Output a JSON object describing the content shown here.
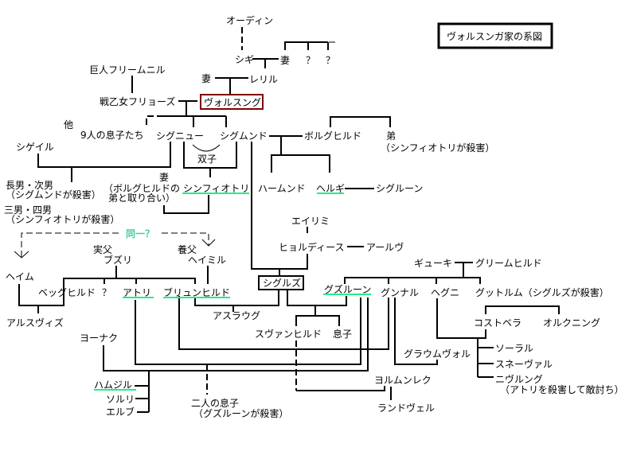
{
  "title": "ヴォルスンガ家の系図",
  "colors": {
    "highlight_box": "#800000",
    "underline": "#22ee88",
    "same_person_note": "#44cc99"
  },
  "nodes": {
    "odin": "オーディン",
    "sigi": "シギ",
    "sigi_wife": "妻",
    "unknown1": "？",
    "unknown2": "？",
    "hrimnir": "巨人フリームニル",
    "rerir_wife": "妻",
    "rerir": "レリル",
    "hljod": "戦乙女フリョーズ",
    "volsung": "ヴォルスング",
    "others": "他",
    "nine_sons": "9人の息子たち",
    "signy": "シグニュー",
    "sigmund": "シグムンド",
    "borghild": "ボルグヒルド",
    "brother": "弟",
    "brother_note": "（シンフィオトリが殺害）",
    "siggeir": "シゲイル",
    "twins": "双子",
    "sinfjotli_wife": "妻",
    "sinfjotli_wife_note1": "（ボルグヒルドの",
    "sinfjotli_wife_note2": "弟と取り合い）",
    "sons12": "長男・次男",
    "sons12_note": "（シグムンドが殺害）",
    "sinfjotli": "シンフィオトリ",
    "hamund": "ハームンド",
    "helgi": "ヘルギ",
    "sigrun": "シグルーン",
    "sons34": "三男・四男",
    "sons34_note": "（シンフィオトリが殺害）",
    "eylimi": "エイリミ",
    "same_note": "同一？",
    "real_father_label": "実父",
    "budli": "ブズリ",
    "foster_father_label": "養父",
    "heimir": "ヘイミル",
    "hjordis": "ヒョルディース",
    "alf": "アールヴ",
    "gjuki": "ギューキ",
    "grimhild": "グリームヒルド",
    "heime": "ヘイム",
    "sigurd": "シグルズ",
    "bekkhild": "ベッグヒルド",
    "unknown3": "？",
    "atli": "アトリ",
    "brynhild": "ブリュンヒルド",
    "gudrun": "グズルーン",
    "gunnar": "グンナル",
    "hogni": "ヘグニ",
    "guttorm": "グットルム（シグルズが殺害）",
    "aslaug": "アスラウグ",
    "alsvid": "アルスヴィズ",
    "kostbera": "コストベラ",
    "orkning": "オルクニング",
    "svanhild": "スヴァンヒルド",
    "son": "息子",
    "jonakr": "ヨーナク",
    "solar": "ソーラル",
    "glaumvor": "グラウムヴォル",
    "snaevar": "スネーヴァル",
    "jormunrekkr": "ヨルムンレク",
    "hamdir": "ハムジル",
    "niflung": "ニヴルング",
    "niflung_note": "（アトリを殺害して敵討ち）",
    "sorli": "ソルリ",
    "two_sons": "二人の息子",
    "two_sons_note": "（グズルーンが殺害）",
    "erp": "エルブ",
    "randver": "ランドヴェル"
  }
}
